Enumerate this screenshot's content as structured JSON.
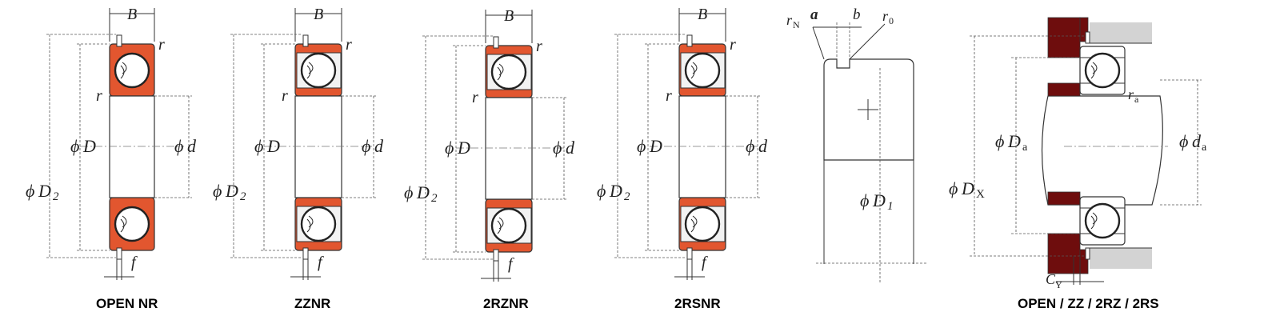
{
  "captions": {
    "open_nr": "OPEN NR",
    "zznr": "ZZNR",
    "rznr": "2RZNR",
    "rsnr": "2RSNR",
    "mount": "OPEN / ZZ / 2RZ / 2RS"
  },
  "labels": {
    "B": "B",
    "r": "r",
    "f": "f",
    "phi": "ϕ",
    "D": "D",
    "D2_main": "D",
    "D2_sub": "2",
    "d": "d",
    "a": "a",
    "b": "b",
    "rN_main": "r",
    "rN_sub": "N",
    "r0_main": "r",
    "r0_sub": "0",
    "D1_main": "D",
    "D1_sub": "1",
    "Da_main": "D",
    "Da_sub": "a",
    "da_main": "d",
    "da_sub": "a",
    "DX_main": "D",
    "DX_sub": "X",
    "ra_main": "r",
    "ra_sub": "a",
    "CY_main": "C",
    "CY_sub": "Y"
  },
  "colors": {
    "ring": "#e2562f",
    "housing": "#6e0d0d",
    "shaft_grey": "#d3d3d3"
  }
}
